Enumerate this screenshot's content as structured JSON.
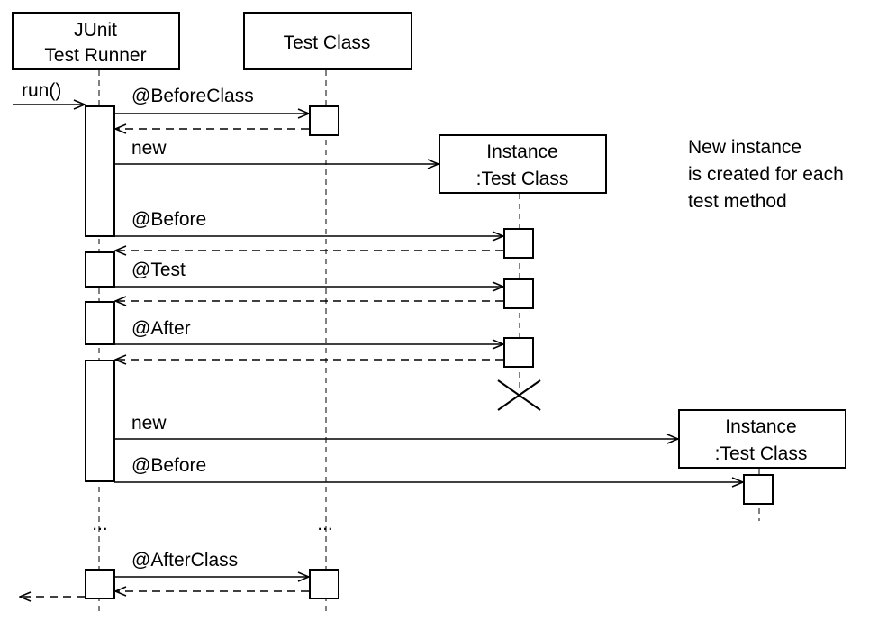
{
  "participants": {
    "runner": {
      "line1": "JUnit",
      "line2": "Test Runner"
    },
    "test_class": {
      "label": "Test Class"
    },
    "instance1": {
      "line1": "Instance",
      "line2": ":Test Class"
    },
    "instance2": {
      "line1": "Instance",
      "line2": ":Test Class"
    }
  },
  "messages": {
    "run": "run()",
    "before_class": "@BeforeClass",
    "new1": "new",
    "before1": "@Before",
    "test": "@Test",
    "after": "@After",
    "new2": "new",
    "before2": "@Before",
    "after_class": "@AfterClass"
  },
  "ellipsis": "...",
  "note": {
    "line1": "New instance",
    "line2": "is created for each",
    "line3": "test method"
  }
}
